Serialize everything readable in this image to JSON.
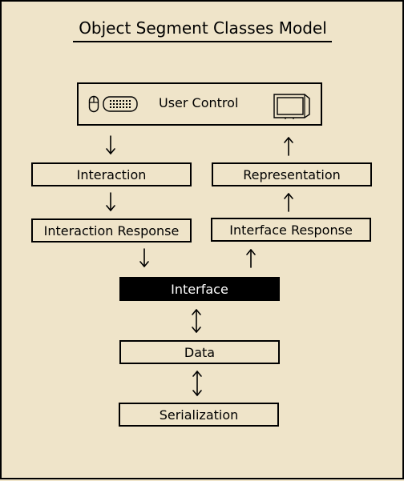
{
  "diagram": {
    "title": "Object Segment Classes Model",
    "user_control": {
      "label": "User Control",
      "icons": [
        "mouse-icon",
        "keyboard-icon",
        "monitor-icon"
      ]
    },
    "nodes": {
      "interaction": "Interaction",
      "interaction_response": "Interaction Response",
      "representation": "Representation",
      "interface_response": "Interface Response",
      "interface": "Interface",
      "data": "Data",
      "serialization": "Serialization"
    },
    "edges": [
      {
        "from": "user_control",
        "to": "interaction",
        "direction": "down"
      },
      {
        "from": "interaction",
        "to": "interaction_response",
        "direction": "down"
      },
      {
        "from": "interaction_response",
        "to": "interface",
        "direction": "down"
      },
      {
        "from": "interface",
        "to": "interface_response",
        "direction": "up"
      },
      {
        "from": "interface_response",
        "to": "representation",
        "direction": "up"
      },
      {
        "from": "representation",
        "to": "user_control",
        "direction": "up"
      },
      {
        "from": "interface",
        "to": "data",
        "direction": "both"
      },
      {
        "from": "data",
        "to": "serialization",
        "direction": "both"
      }
    ],
    "colors": {
      "background": "#efe4c9",
      "line": "#000000",
      "highlight_fill": "#000000",
      "highlight_text": "#ffffff"
    }
  }
}
